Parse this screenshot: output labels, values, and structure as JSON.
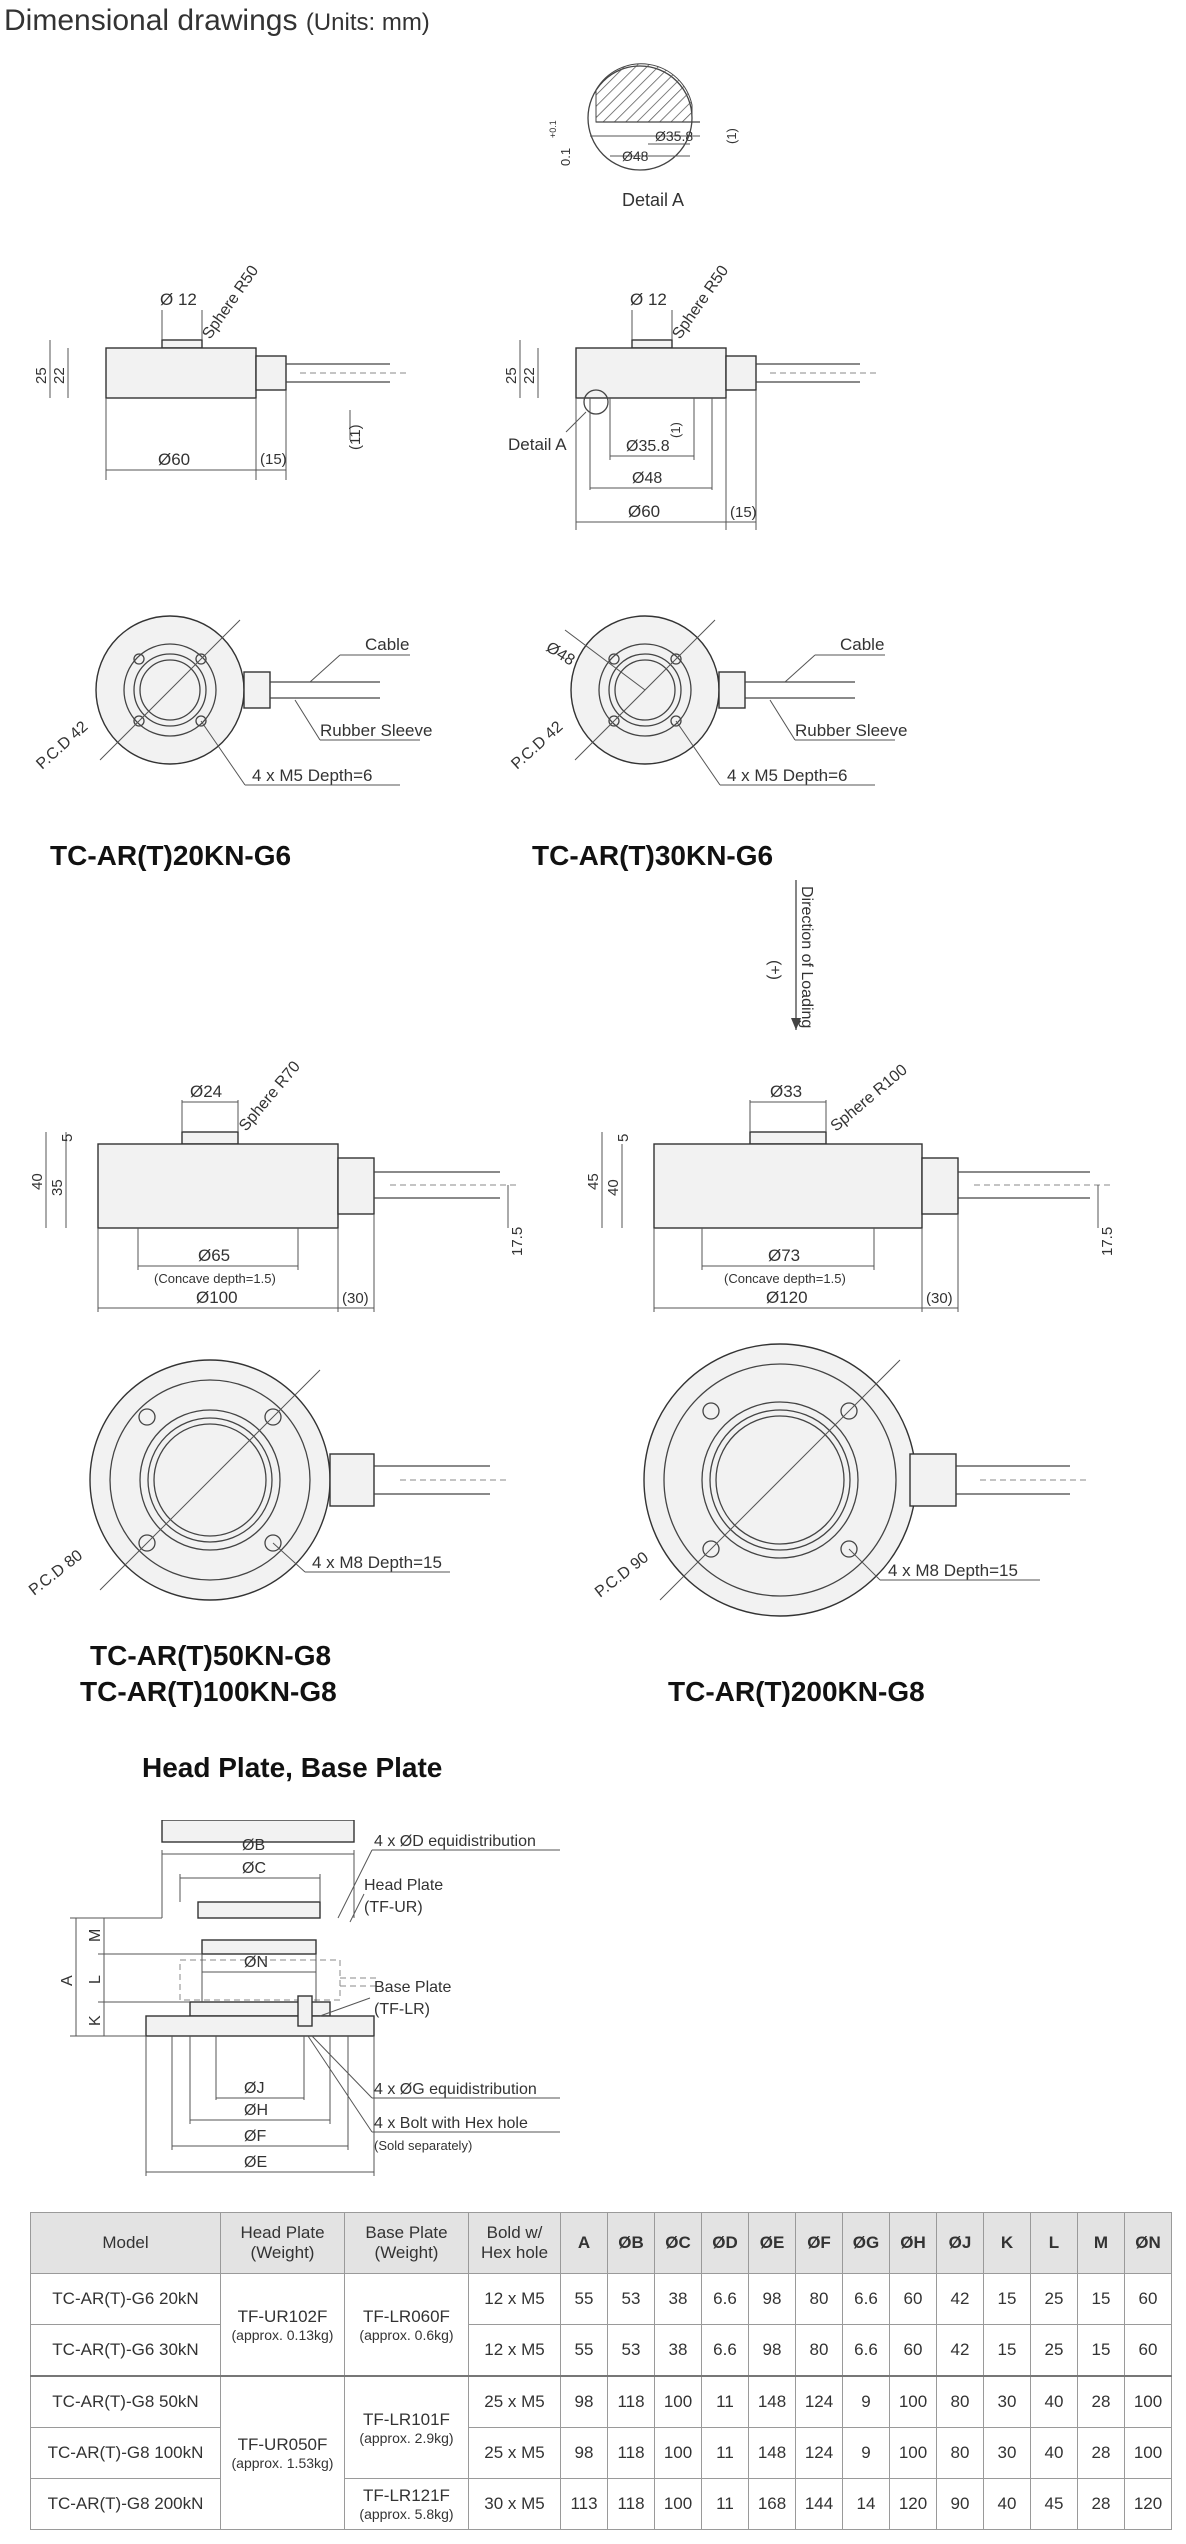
{
  "title": "Dimensional drawings",
  "units": "(Units: mm)",
  "detail_a": {
    "label": "Detail A",
    "d48": "Ø48",
    "d358": "Ø35.8",
    "tol": "0.1",
    "tol_sup": "+0.1",
    "one": "(1)"
  },
  "side20": {
    "d12": "Ø 12",
    "sphere": "Sphere R50",
    "h25": "25",
    "h22": "22",
    "d60": "Ø60",
    "l15": "(15)",
    "l11": "(11)"
  },
  "side30": {
    "d12": "Ø 12",
    "sphere": "Sphere R50",
    "h25": "25",
    "h22": "22",
    "detail": "Detail A",
    "one": "(1)",
    "d358": "Ø35.8",
    "d48": "Ø48",
    "d60": "Ø60",
    "l15": "(15)"
  },
  "top20": {
    "cable": "Cable",
    "sleeve": "Rubber Sleeve",
    "pcd": "P.C.D 42",
    "holes": "4 x M5 Depth=6"
  },
  "top30": {
    "d48": "Ø48",
    "cable": "Cable",
    "sleeve": "Rubber Sleeve",
    "pcd": "P.C.D 42",
    "holes": "4 x M5 Depth=6"
  },
  "models": {
    "m20": "TC-AR(T)20KN-G6",
    "m30": "TC-AR(T)30KN-G6",
    "m50": "TC-AR(T)50KN-G8",
    "m100": "TC-AR(T)100KN-G8",
    "m200": "TC-AR(T)200KN-G8"
  },
  "loading": {
    "dir": "Direction of Loading",
    "plus": "(+)"
  },
  "side50": {
    "d24": "Ø24",
    "sphere": "Sphere R70",
    "h5": "5",
    "h40": "40",
    "h35": "35",
    "d65": "Ø65",
    "concave": "(Concave depth=1.5)",
    "d100": "Ø100",
    "l30": "(30)",
    "h175": "17.5"
  },
  "side200": {
    "d33": "Ø33",
    "sphere": "Sphere R100",
    "h5": "5",
    "h45": "45",
    "h40": "40",
    "d73": "Ø73",
    "concave": "(Concave depth=1.5)",
    "d120": "Ø120",
    "l30": "(30)",
    "h175": "17.5"
  },
  "top50": {
    "pcd": "P.C.D 80",
    "holes": "4 x M8 Depth=15"
  },
  "top200": {
    "pcd": "P.C.D 90",
    "holes": "4 x M8 Depth=15"
  },
  "plates": {
    "heading": "Head Plate, Base Plate",
    "b": "ØB",
    "c": "ØC",
    "d_equi": "4 x ØD equidistribution",
    "head": "Head Plate",
    "head_code": "(TF-UR)",
    "m": "M",
    "a": "A",
    "l": "L",
    "n": "ØN",
    "k": "K",
    "base": "Base Plate",
    "base_code": "(TF-LR)",
    "g_equi": "4 x ØG equidistribution",
    "bolt": "4 x Bolt with Hex hole",
    "sold": "(Sold separately)",
    "j": "ØJ",
    "h": "ØH",
    "f": "ØF",
    "e": "ØE"
  },
  "table": {
    "headers": {
      "model": "Model",
      "head": "Head Plate",
      "head_w": "(Weight)",
      "base": "Base Plate",
      "base_w": "(Weight)",
      "bolt": "Bold w/",
      "bolt2": "Hex hole",
      "cols": [
        "A",
        "ØB",
        "ØC",
        "ØD",
        "ØE",
        "ØF",
        "ØG",
        "ØH",
        "ØJ",
        "K",
        "L",
        "M",
        "ØN"
      ]
    },
    "g6_head": "TF-UR102F",
    "g6_head_w": "(approx. 0.13kg)",
    "g6_base": "TF-LR060F",
    "g6_base_w": "(approx. 0.6kg)",
    "g8_head": "TF-UR050F",
    "g8_head_w": "(approx. 1.53kg)",
    "g8_base_a": "TF-LR101F",
    "g8_base_a_w": "(approx. 2.9kg)",
    "g8_base_b": "TF-LR121F",
    "g8_base_b_w": "(approx. 5.8kg)",
    "rows": [
      {
        "model": "TC-AR(T)-G6   20kN",
        "bolt": "12 x M5",
        "vals": [
          "55",
          "53",
          "38",
          "6.6",
          "98",
          "80",
          "6.6",
          "60",
          "42",
          "15",
          "25",
          "15",
          "60"
        ]
      },
      {
        "model": "TC-AR(T)-G6   30kN",
        "bolt": "12 x M5",
        "vals": [
          "55",
          "53",
          "38",
          "6.6",
          "98",
          "80",
          "6.6",
          "60",
          "42",
          "15",
          "25",
          "15",
          "60"
        ]
      },
      {
        "model": "TC-AR(T)-G8   50kN",
        "bolt": "25 x M5",
        "vals": [
          "98",
          "118",
          "100",
          "11",
          "148",
          "124",
          "9",
          "100",
          "80",
          "30",
          "40",
          "28",
          "100"
        ]
      },
      {
        "model": "TC-AR(T)-G8 100kN",
        "bolt": "25 x M5",
        "vals": [
          "98",
          "118",
          "100",
          "11",
          "148",
          "124",
          "9",
          "100",
          "80",
          "30",
          "40",
          "28",
          "100"
        ]
      },
      {
        "model": "TC-AR(T)-G8 200kN",
        "bolt": "30 x M5",
        "vals": [
          "113",
          "118",
          "100",
          "11",
          "168",
          "144",
          "14",
          "120",
          "90",
          "40",
          "45",
          "28",
          "120"
        ]
      }
    ]
  }
}
